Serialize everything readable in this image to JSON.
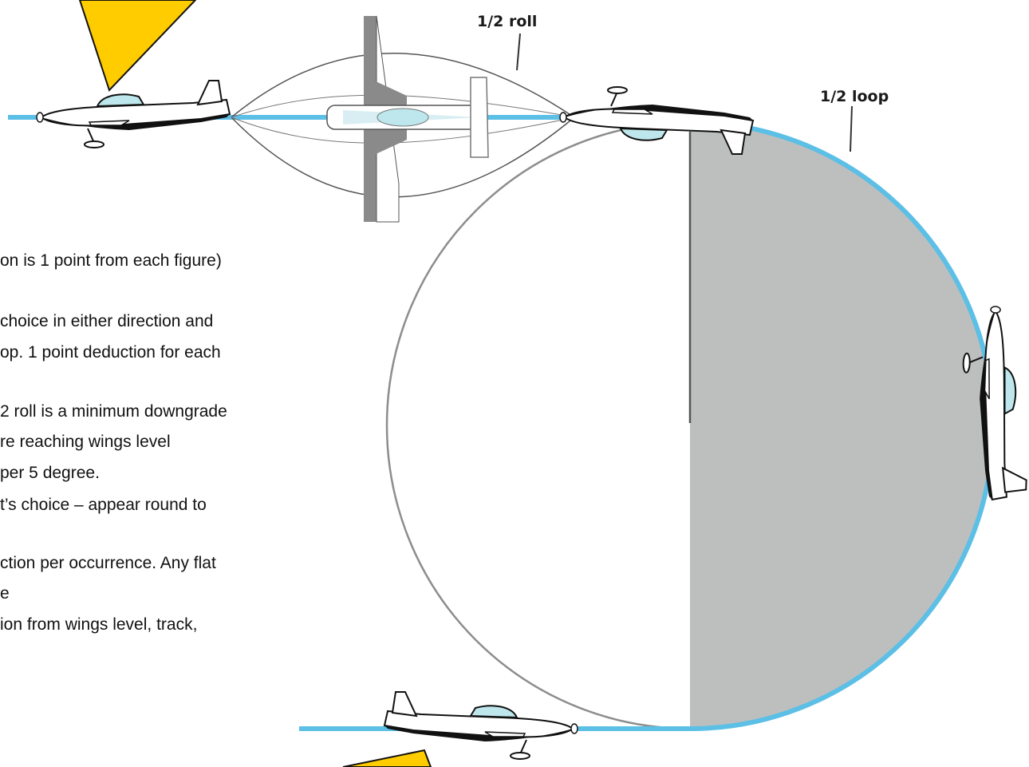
{
  "labels": {
    "half_roll": "1/2 roll",
    "half_loop": "1/2 loop"
  },
  "notes": [
    "on is 1 point from each figure)",
    "choice in either direction and",
    "op. 1 point deduction for each",
    "2 roll is a minimum downgrade",
    "re reaching wings level",
    " per 5 degree.",
    "t’s choice – appear round to",
    "ction per occurrence. Any flat",
    "e",
    "ion from wings level, track,"
  ],
  "colors": {
    "flight_path": "#5bbfe6",
    "loop_fill": "#bdbfbe",
    "marker": "#ffcc00",
    "canopy": "#bde7ec",
    "fuselage_dark": "#111111",
    "wing_gray": "#8a8a8a"
  },
  "icons": {
    "aircraft": "aerobatic-plane-icon",
    "marker": "yellow-arrow-marker"
  }
}
